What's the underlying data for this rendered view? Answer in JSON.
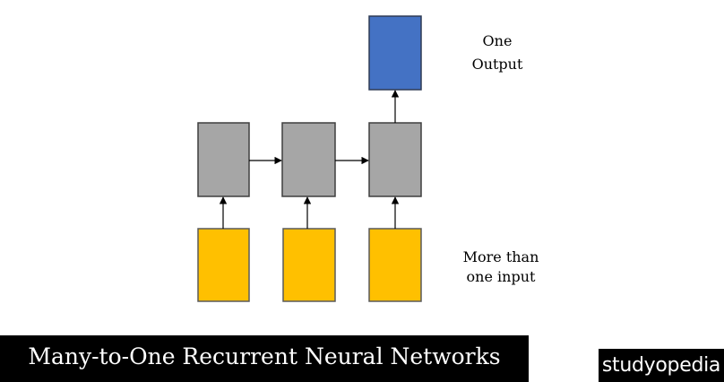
{
  "labels": {
    "output_line1": "One",
    "output_line2": "Output",
    "input_line1": "More than",
    "input_line2": "one input"
  },
  "title": "Many-to-One Recurrent Neural Networks",
  "brand": "studyopedia",
  "colors": {
    "input_fill": "#ffc000",
    "input_stroke": "#5a5a5a",
    "hidden_fill": "#a6a6a6",
    "hidden_stroke": "#3f3f3f",
    "output_fill": "#4472c4",
    "output_stroke": "#2f3b55",
    "arrow": "#000000",
    "banner_bg": "#000000",
    "banner_text": "#ffffff"
  }
}
